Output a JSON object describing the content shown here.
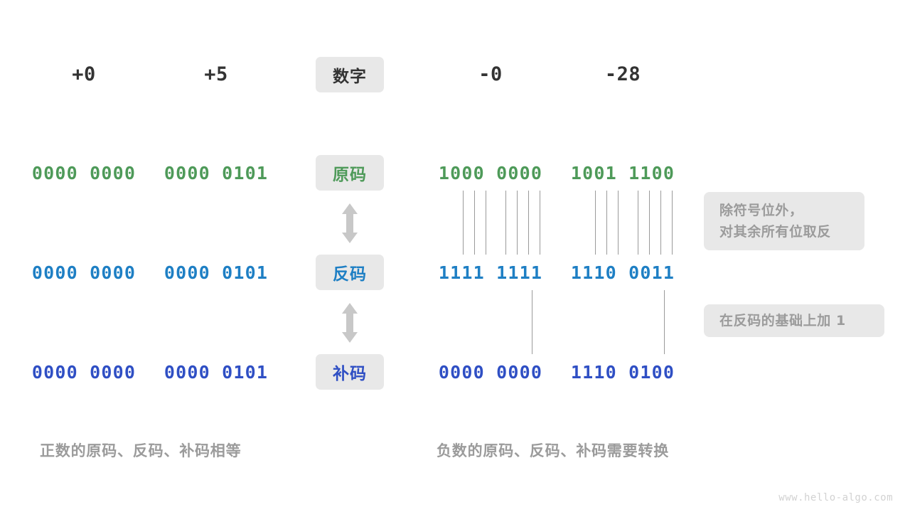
{
  "diagram": {
    "watermark": "www.hello-algo.com",
    "colors": {
      "sign_magnitude": "#4e9a59",
      "ones_complement": "#1e7fc4",
      "twos_complement": "#2f4fc4",
      "badge_bg": "#e8e8e8",
      "note_text": "#9b9b9b",
      "connector": "#9a9a9a",
      "arrow": "#c8c8c8"
    },
    "header": {
      "label": "数字",
      "columns": [
        "+0",
        "+5",
        "-0",
        "-28"
      ]
    },
    "rows": [
      {
        "label": "原码",
        "values": [
          "0000 0000",
          "0000 0101",
          "1000 0000",
          "1001 1100"
        ]
      },
      {
        "label": "反码",
        "values": [
          "0000 0000",
          "0000 0101",
          "1111 1111",
          "1110 0011"
        ]
      },
      {
        "label": "补码",
        "values": [
          "0000 0000",
          "0000 0101",
          "0000 0000",
          "1110 0100"
        ]
      }
    ],
    "notes": [
      {
        "line1": "除符号位外，",
        "line2": "对其余所有位取反"
      },
      {
        "line1": "在反码的基础上加 1",
        "line2": ""
      }
    ],
    "captions": {
      "left": "正数的原码、反码、补码相等",
      "right": "负数的原码、反码、补码需要转换"
    },
    "icons": {
      "arrow_up_down": "arrow-up-down-icon"
    }
  }
}
